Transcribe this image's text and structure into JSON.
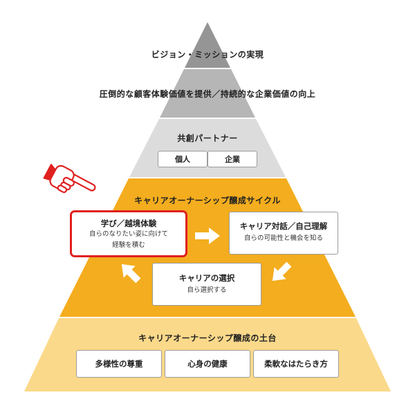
{
  "levels": {
    "vision": "ビジョン・ミッションの実現",
    "value": "圧倒的な顧客体験価値を提供／持続的な企業価値の向上",
    "partner": "共創パートナー",
    "cycle": "キャリアオーナーシップ醸成サイクル",
    "foundation": "キャリアオーナーシップ醸成の土台"
  },
  "partner_chips": [
    "個人",
    "企業"
  ],
  "cycle_steps": [
    {
      "title": "学び／越境体験",
      "subtitle_lines": [
        "自らのなりたい姿に向けて",
        "経験を積む"
      ],
      "highlighted": true
    },
    {
      "title": "キャリア対話／自己理解",
      "subtitle_lines": [
        "自らの可能性と機会を知る"
      ],
      "highlighted": false
    },
    {
      "title": "キャリアの選択",
      "subtitle_lines": [
        "自ら選択する"
      ],
      "highlighted": false
    }
  ],
  "foundation_chips": [
    "多様性の尊重",
    "心身の健康",
    "柔軟なはたらき方"
  ],
  "colors": {
    "top_tier": "#959595",
    "second_tier": "#b6b6b6",
    "partner_tier": "#dcdcdc",
    "cycle_tier": "#f3ad1e",
    "foundation_tier": "#fbd98a",
    "arrow": "#ffffff",
    "highlight": "#e0201f",
    "pointer_hand": "#e0201f"
  },
  "icons": {
    "pointer": "pointing-hand-icon",
    "flow": "arrow-icon"
  }
}
